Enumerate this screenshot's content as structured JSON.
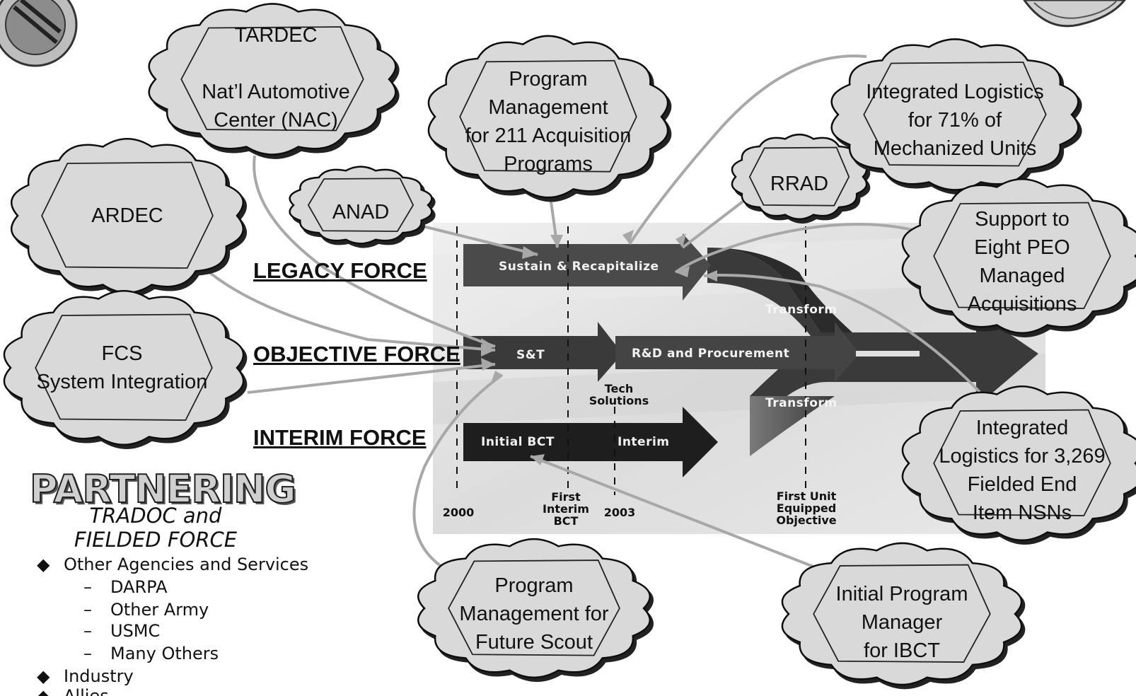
{
  "force_labels": {
    "legacy": "LEGACY FORCE",
    "objective": "OBJECTIVE FORCE",
    "interim": "INTERIM FORCE"
  },
  "timeline": {
    "sustain": "Sustain & Recapitalize",
    "transform_top": "Transform",
    "st": "S&T",
    "rd": "R&D and Procurement",
    "tech": "Tech\nSolutions",
    "transform_bottom": "Transform",
    "initial_bct": "Initial BCT",
    "interim": "Interim",
    "year_2000": "2000",
    "first_interim_bct": "First\nInterim\nBCT",
    "year_2003": "2003",
    "first_unit": "First Unit\nEquipped\nObjective"
  },
  "clouds": {
    "tardec": "TARDEC\n\nNat’l Automotive\nCenter (NAC)",
    "ardec": "ARDEC",
    "anad": "ANAD",
    "fcs": "FCS\nSystem Integration",
    "pm211": "Program\nManagement\nfor 211 Acquisition\nPrograms",
    "rrad": "RRAD",
    "ils71": "Integrated Logistics\nfor 71% of\nMechanized Units",
    "peo": "Support to\nEight PEO\nManaged\nAcquisitions",
    "ils3269": "Integrated\nLogistics for 3,269\nFielded End\nItem NSNs",
    "future_scout": "Program\nManagement for\nFuture Scout",
    "ibct": "Initial Program\nManager\nfor IBCT"
  },
  "partnering": {
    "title": "PARTNERING",
    "subtitle_line1": "TRADOC and",
    "subtitle_line2": "FIELDED FORCE",
    "items": [
      {
        "mark": "◆",
        "text": "Other Agencies and Services"
      },
      {
        "mark": "–",
        "text": "DARPA"
      },
      {
        "mark": "–",
        "text": "Other Army"
      },
      {
        "mark": "–",
        "text": "USMC"
      },
      {
        "mark": "–",
        "text": "Many Others"
      },
      {
        "mark": "◆",
        "text": "Industry"
      },
      {
        "mark": "◆",
        "text": "Allies"
      }
    ]
  },
  "colors": {
    "cloud_fill": "#d9d9d9",
    "connector": "#a8a8a8",
    "arrow_dark": "#2b2b2b",
    "arrow_mid": "#4a4a4a"
  }
}
